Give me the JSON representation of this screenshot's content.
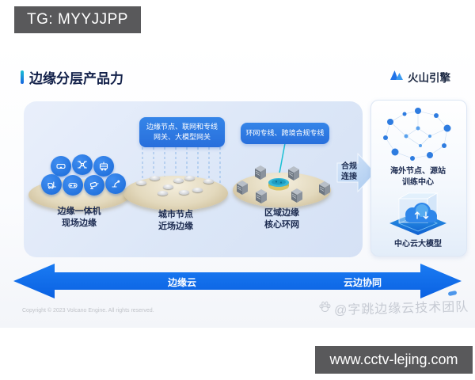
{
  "overlays": {
    "tg_banner": "TG: MYYJJPP",
    "url_banner": "www.cctv-lejing.com",
    "watermark_text": "@字跳边缘云技术团队"
  },
  "header": {
    "title": "边缘分层产品力",
    "logo_text": "火山引擎"
  },
  "diagram": {
    "callout_edge_nodes": {
      "line1": "边缘节点、联网和专线",
      "line2": "网关、大模型网关"
    },
    "callout_ring": {
      "text": "环网专线、跨境合规专线"
    },
    "platforms": [
      {
        "line1": "边缘一体机",
        "line2": "现场边缘",
        "icons": [
          "vr-headset",
          "drone",
          "bus",
          "forklift",
          "gamepad",
          "camera",
          "robot-arm"
        ]
      },
      {
        "line1": "城市节点",
        "line2": "近场边缘"
      },
      {
        "line1": "区域边缘",
        "line2": "核心环网"
      }
    ],
    "compliance_arrow": {
      "line1": "合规",
      "line2": "连接"
    },
    "right_panel": {
      "overseas_line1": "海外节点、源站",
      "overseas_line2": "训练中心",
      "central_label": "中心云大模型"
    },
    "bottom_arrow": {
      "left_label": "边缘云",
      "right_label": "云边协同"
    }
  },
  "footer": {
    "copyright": "Copyright © 2023 Volcano Engine. All rights reserved."
  },
  "colors": {
    "accent_blue": "#2e7ce0",
    "arrow_blue": "#0d6ef0",
    "teal": "#19c0d4",
    "navy_text": "#1c2b50",
    "panel_bg": "#dde7f7",
    "banner_gray": "#59595b",
    "disc_beige": "#d8cbaa"
  }
}
